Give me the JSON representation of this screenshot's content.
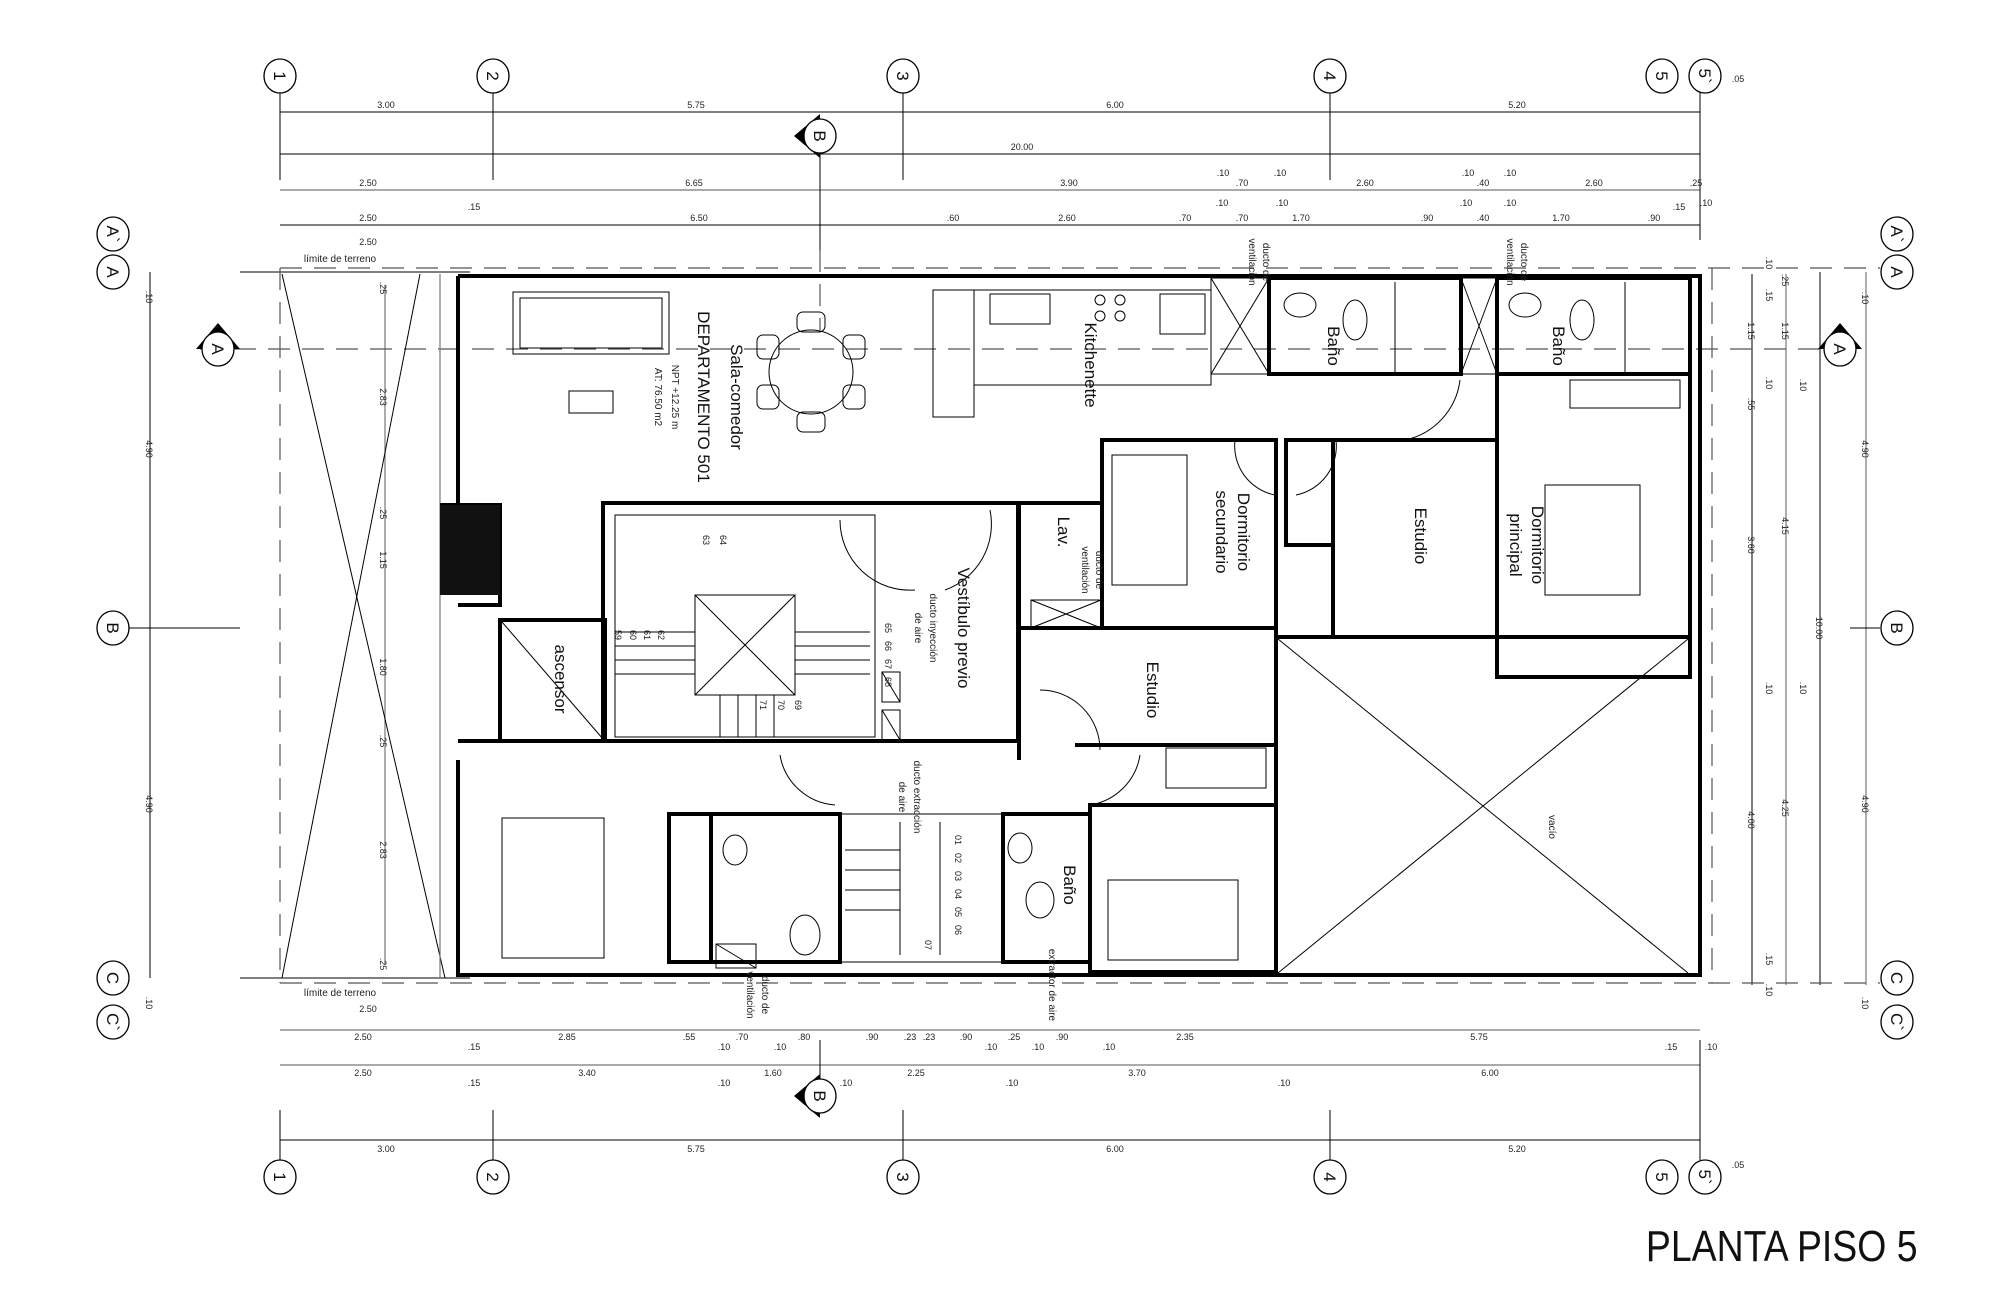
{
  "title": "PLANTA PISO 5",
  "grid_axes": {
    "columns": [
      "1",
      "2",
      "3",
      "4",
      "5",
      "5`"
    ],
    "rows": [
      "A`",
      "A",
      "B",
      "C",
      "C`"
    ]
  },
  "section_markers": {
    "top": "B",
    "bottom": "B",
    "left": "A",
    "right": "A"
  },
  "dimensions": {
    "top_grid": [
      "3.00",
      "5.75",
      "6.00",
      "5.20"
    ],
    "top_offset": ".05",
    "overall": "20.00",
    "top_row2": [
      "2.50",
      "6.65",
      "3.90",
      ".10",
      ".70",
      ".10",
      "2.60",
      ".10",
      ".40",
      ".10",
      "2.60",
      ".25"
    ],
    "top_row3": [
      "2.50",
      ".15",
      "6.50",
      ".60",
      "2.60",
      ".70",
      ".10",
      ".70",
      ".10",
      "1.70",
      ".90",
      ".10",
      ".40",
      ".10",
      "1.70",
      ".90",
      ".15",
      ".10"
    ],
    "bottom_row1": [
      "2.50",
      ".15",
      "2.85",
      ".55",
      ".10",
      ".70",
      ".10",
      ".80",
      ".90",
      ".23",
      ".23",
      ".90",
      ".10",
      ".25",
      ".10",
      ".90",
      ".10",
      "2.35",
      "5.75",
      ".15",
      ".10"
    ],
    "bottom_row2": [
      "2.50",
      ".15",
      "3.40",
      ".10",
      "1.60",
      ".10",
      "2.25",
      ".10",
      "3.70",
      ".10",
      "6.00"
    ],
    "bottom_grid": [
      "3.00",
      "5.75",
      "6.00",
      "5.20"
    ],
    "bottom_offset": ".05",
    "left_outer": [
      ".10",
      "4.90",
      "4.90",
      ".10"
    ],
    "left_inner": [
      ".25",
      "2.83",
      ".25",
      "1.15",
      "1.80",
      ".25",
      "2.83",
      ".25"
    ],
    "left_terrain": [
      "2.50",
      "2.50"
    ],
    "right_inner1": [
      ".10",
      ".15",
      "1.15",
      ".10",
      ".55",
      "3.60",
      ".10",
      "4.00",
      ".15",
      ".10"
    ],
    "right_inner2": [
      ".25",
      "1.15",
      ".10",
      "4.15",
      ".10",
      "4.25"
    ],
    "right_total": "10.00",
    "right_outer": [
      ".10",
      "4.90",
      "4.90",
      ".10"
    ]
  },
  "rooms": {
    "sala": "Sala-comedor",
    "departamento": "DEPARTAMENTO 501",
    "npt": "NPT +12.25 m",
    "area": "AT: 76.50 m2",
    "kitchenette": "Kitchenette",
    "bano_1": "Baño",
    "bano_2": "Baño",
    "bano_3": "Baño",
    "dorm_sec_1": "Dormitorio",
    "dorm_sec_2": "secundario",
    "estudio_1": "Estudio",
    "dorm_pri_1": "Dormitorio",
    "dorm_pri_2": "principal",
    "lav": "Lav.",
    "vestibulo": "Vestíbulo previo",
    "ascensor": "ascensor",
    "estudio_2": "Estudio",
    "vacio": "vacío"
  },
  "annotations": {
    "limite_top": "límite de terreno",
    "limite_bottom": "límite de terreno",
    "ducto_iny_1": "ducto inyección",
    "ducto_iny_2": "de aire",
    "ducto_ext_1": "ducto extracción",
    "ducto_ext_2": "de aire",
    "ducto_vent_top1_1": "ducto de",
    "ducto_vent_top1_2": "ventilación",
    "ducto_vent_top2_1": "ducto de",
    "ducto_vent_top2_2": "ventilación",
    "ducto_vent_lav_1": "ducto de",
    "ducto_vent_lav_2": "ventilación",
    "ducto_vent_bot_1": "ducto de",
    "ducto_vent_bot_2": "ventilación",
    "extractor": "extractor de aire"
  },
  "stair_numbers": {
    "main": [
      "59",
      "60",
      "61",
      "62",
      "63",
      "64",
      "65",
      "66",
      "67",
      "68",
      "69",
      "70",
      "71"
    ],
    "secondary": [
      "01",
      "02",
      "03",
      "04",
      "05",
      "06",
      "07"
    ]
  }
}
